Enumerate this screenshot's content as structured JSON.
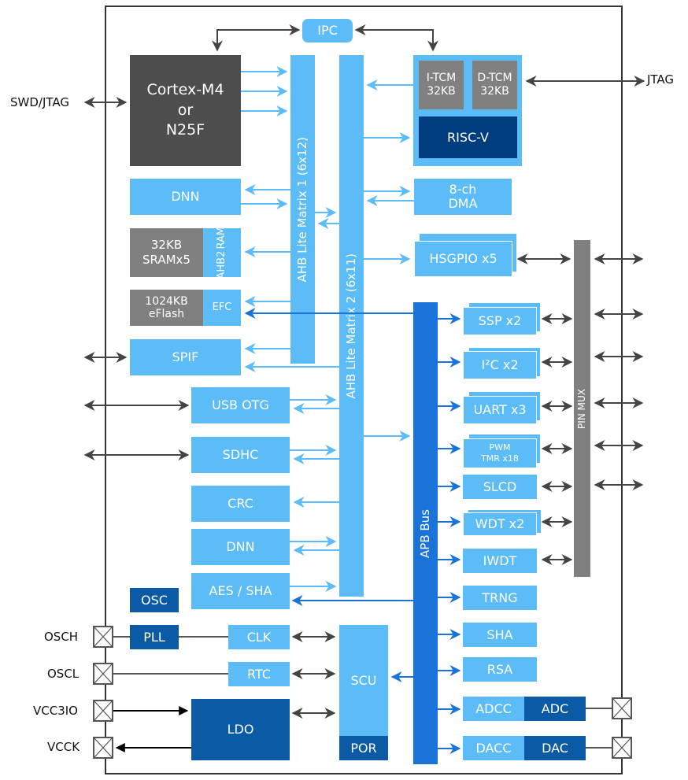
{
  "colors": {
    "light_blue": "#5bbcf7",
    "dark_blue": "#0b5aa6",
    "navy": "#003d7f",
    "gray": "#808080",
    "dark_gray": "#4d4d4d",
    "apb_blue": "#1a73d9",
    "wire_dark": "#444444"
  },
  "external_labels": {
    "swd_jtag": "SWD/JTAG",
    "jtag": "JTAG",
    "osch": "OSCH",
    "oscl": "OSCL",
    "vcc3io": "VCC3IO",
    "vcck": "VCCK"
  },
  "blocks": {
    "ipc": "IPC",
    "cpu": [
      "Cortex-M4",
      "or",
      "N25F"
    ],
    "itcm": [
      "I-TCM",
      "32KB"
    ],
    "dtcm": [
      "D-TCM",
      "32KB"
    ],
    "riscv": "RISC-V",
    "dnn_top": "DNN",
    "dma": [
      "8-ch",
      "DMA"
    ],
    "sram": [
      "32KB",
      "SRAMx5"
    ],
    "ahb2ram": [
      "AHB2",
      "RAM"
    ],
    "eflash": [
      "1024KB",
      "eFlash"
    ],
    "efc": "EFC",
    "spif": "SPIF",
    "hsgpio": "HSGPIO x5",
    "usb_otg": "USB OTG",
    "sdhc": "SDHC",
    "crc": "CRC",
    "dnn_bottom": "DNN",
    "aes_sha": "AES / SHA",
    "osc": "OSC",
    "pll": "PLL",
    "clk": "CLK",
    "rtc": "RTC",
    "ldo": "LDO",
    "scu": "SCU",
    "por": "POR",
    "ahb_matrix1": "AHB Lite Matrix 1 (6x12)",
    "ahb_matrix2": "AHB Lite Matrix 2 (6x11)",
    "apb_bus": "APB Bus",
    "pin_mux": "PIN MUX",
    "ssp": "SSP x2",
    "i2c": "I²C x2",
    "uart": "UART x3",
    "pwm": [
      "PWM",
      "TMR x18"
    ],
    "slcd": "SLCD",
    "wdt": "WDT x2",
    "iwdt": "IWDT",
    "trng": "TRNG",
    "sha": "SHA",
    "rsa": "RSA",
    "adcc": "ADCC",
    "adc": "ADC",
    "dacc": "DACC",
    "dac": "DAC"
  }
}
